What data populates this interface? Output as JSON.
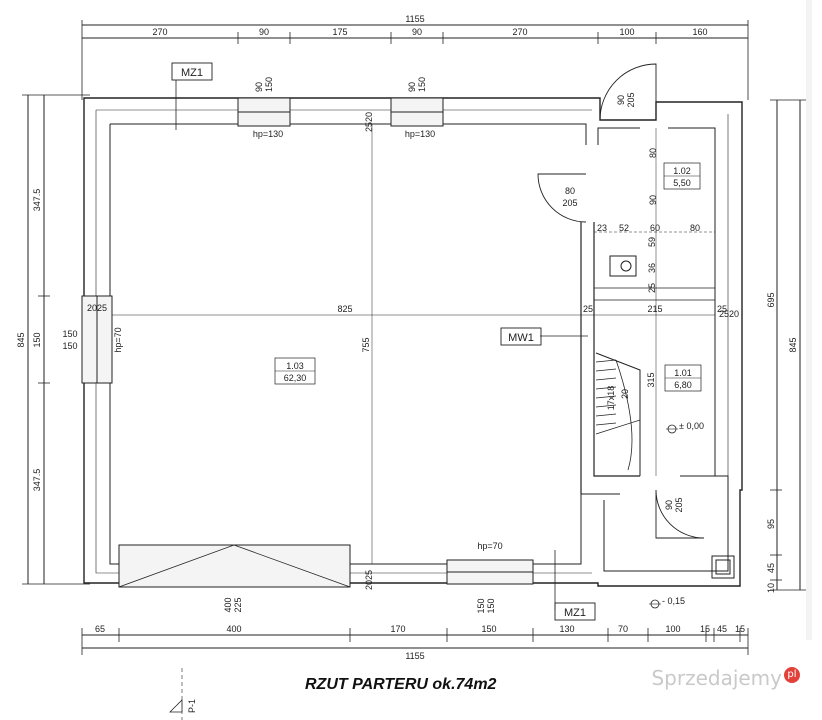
{
  "dimensions": {
    "top_total": "1155",
    "top_segments": [
      "270",
      "90",
      "175",
      "90",
      "270",
      "100",
      "160"
    ],
    "bottom_segments": [
      "65",
      "400",
      "170",
      "150",
      "130",
      "70",
      "100",
      "15",
      "45",
      "15"
    ],
    "bottom_total": "1155",
    "left_total": "845",
    "left_segments": [
      "347.5",
      "150",
      "347.5"
    ],
    "right_total": "845",
    "right_partial": "695",
    "right_segments": [
      "95",
      "45",
      "10"
    ],
    "interior_width": "825",
    "interior_height": "755",
    "wall_25_20": "2520",
    "wall_20_25": "2025",
    "left_wall": "2025",
    "right_wall": "2520",
    "stair_height": "315",
    "kitchen_row": [
      "23",
      "52",
      "60",
      "80"
    ],
    "kitchen_col": [
      "80",
      "90",
      "59",
      "36",
      "25"
    ],
    "corridor_row": [
      "25",
      "215",
      "25"
    ],
    "stairs": "17x18",
    "stairs_2": "20"
  },
  "openings": {
    "window_top1": [
      "90",
      "150"
    ],
    "window_top1_hp": "hp=130",
    "window_top2": [
      "90",
      "150"
    ],
    "window_top2_hp": "hp=130",
    "window_left": [
      "150",
      "150"
    ],
    "window_left_hp": "hp=70",
    "window_bottom": [
      "150",
      "150"
    ],
    "window_bottom_hp": "hp=70",
    "garage_door": [
      "400",
      "225"
    ],
    "door_entry_top": [
      "90",
      "205"
    ],
    "door_inner": [
      "80",
      "205"
    ],
    "door_bottom": [
      "90",
      "205"
    ]
  },
  "rooms": {
    "r102": {
      "number": "1.02",
      "area": "5,50"
    },
    "r103": {
      "number": "1.03",
      "area": "62,30"
    },
    "r101": {
      "number": "1.01",
      "area": "6,80"
    }
  },
  "tags": {
    "mz1_top": "MZ1",
    "mw1": "MW1",
    "mz1_bottom": "MZ1"
  },
  "levels": {
    "floor": "± 0,00",
    "outside": "- 0,15"
  },
  "section": {
    "label": "P-1"
  },
  "caption": "RZUT PARTERU ok.74m2",
  "watermark": {
    "text": "Sprzedajemy",
    "badge": "pl"
  },
  "colors": {
    "line": "#222222",
    "fill": "#f4f4f4"
  }
}
